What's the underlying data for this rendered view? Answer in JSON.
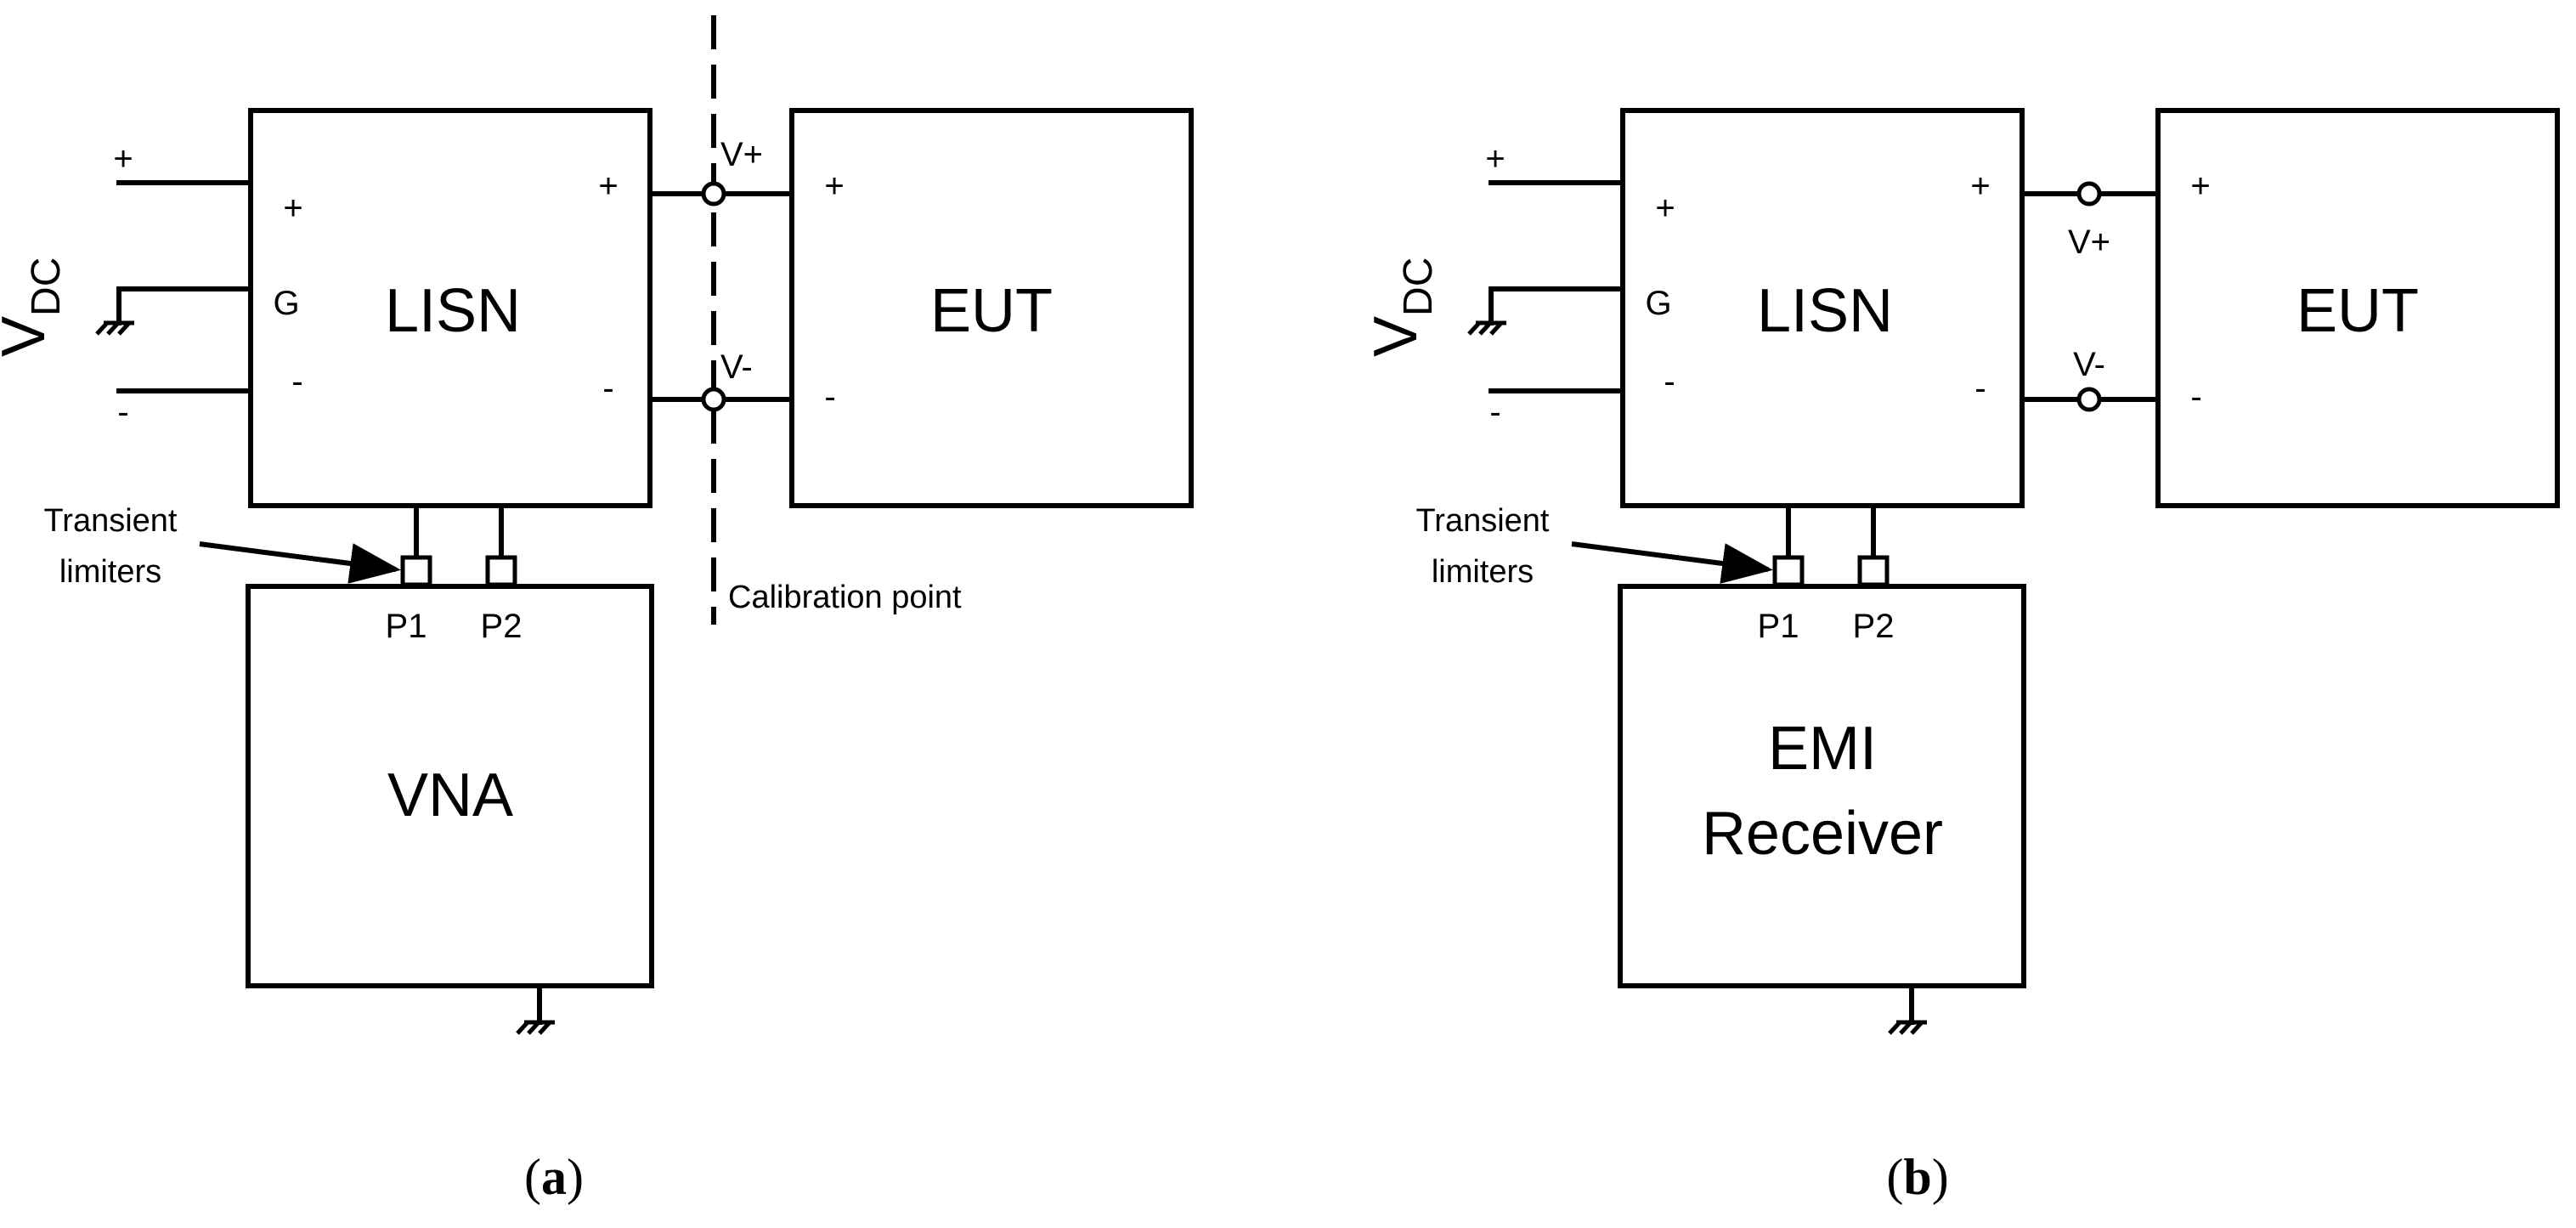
{
  "panels": [
    {
      "id": "a",
      "caption_open": "(",
      "caption_letter": "a",
      "caption_close": ")",
      "lisn_label": "LISN",
      "eut_label": "EUT",
      "instrument_label_lines": [
        "VNA"
      ],
      "source_label": "V",
      "source_subscript": "DC",
      "source_plus": "+",
      "source_minus": "-",
      "lisn_in_plus": "+",
      "lisn_in_ground": "G",
      "lisn_in_minus": "-",
      "lisn_out_plus": "+",
      "lisn_out_minus": "-",
      "eut_plus": "+",
      "eut_minus": "-",
      "node_plus_label": "V+",
      "node_minus_label": "V-",
      "port1_label": "P1",
      "port2_label": "P2",
      "limiter_label_lines": [
        "Transient",
        "limiters"
      ],
      "calibration_label": "Calibration point"
    },
    {
      "id": "b",
      "caption_open": "(",
      "caption_letter": "b",
      "caption_close": ")",
      "lisn_label": "LISN",
      "eut_label": "EUT",
      "instrument_label_lines": [
        "EMI",
        "Receiver"
      ],
      "source_label": "V",
      "source_subscript": "DC",
      "source_plus": "+",
      "source_minus": "-",
      "lisn_in_plus": "+",
      "lisn_in_ground": "G",
      "lisn_in_minus": "-",
      "lisn_out_plus": "+",
      "lisn_out_minus": "-",
      "eut_plus": "+",
      "eut_minus": "-",
      "node_plus_label": "V+",
      "node_minus_label": "V-",
      "port1_label": "P1",
      "port2_label": "P2",
      "limiter_label_lines": [
        "Transient",
        "limiters"
      ]
    }
  ]
}
